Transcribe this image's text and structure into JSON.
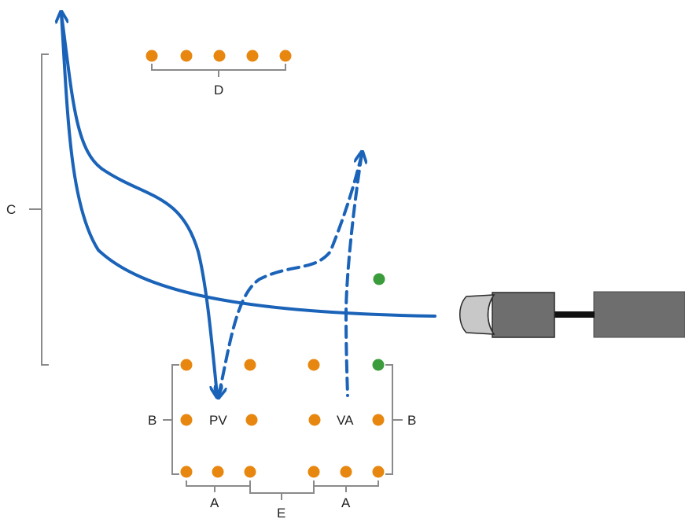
{
  "labels": {
    "a_left": "A",
    "a_right": "A",
    "b_left": "B",
    "b_right": "B",
    "c": "C",
    "d": "D",
    "e": "E",
    "pv": "PV",
    "va": "VA"
  },
  "colors": {
    "electrode_orange": "#e8870f",
    "electrode_green": "#3a9c3a",
    "trajectory_blue": "#1a63b8",
    "bracket_grey": "#8a8a8a",
    "probe_light": "#c8c8c8",
    "probe_dark": "#6e6e6e",
    "cable": "#111111"
  },
  "icons": [
    "probe-icon"
  ]
}
